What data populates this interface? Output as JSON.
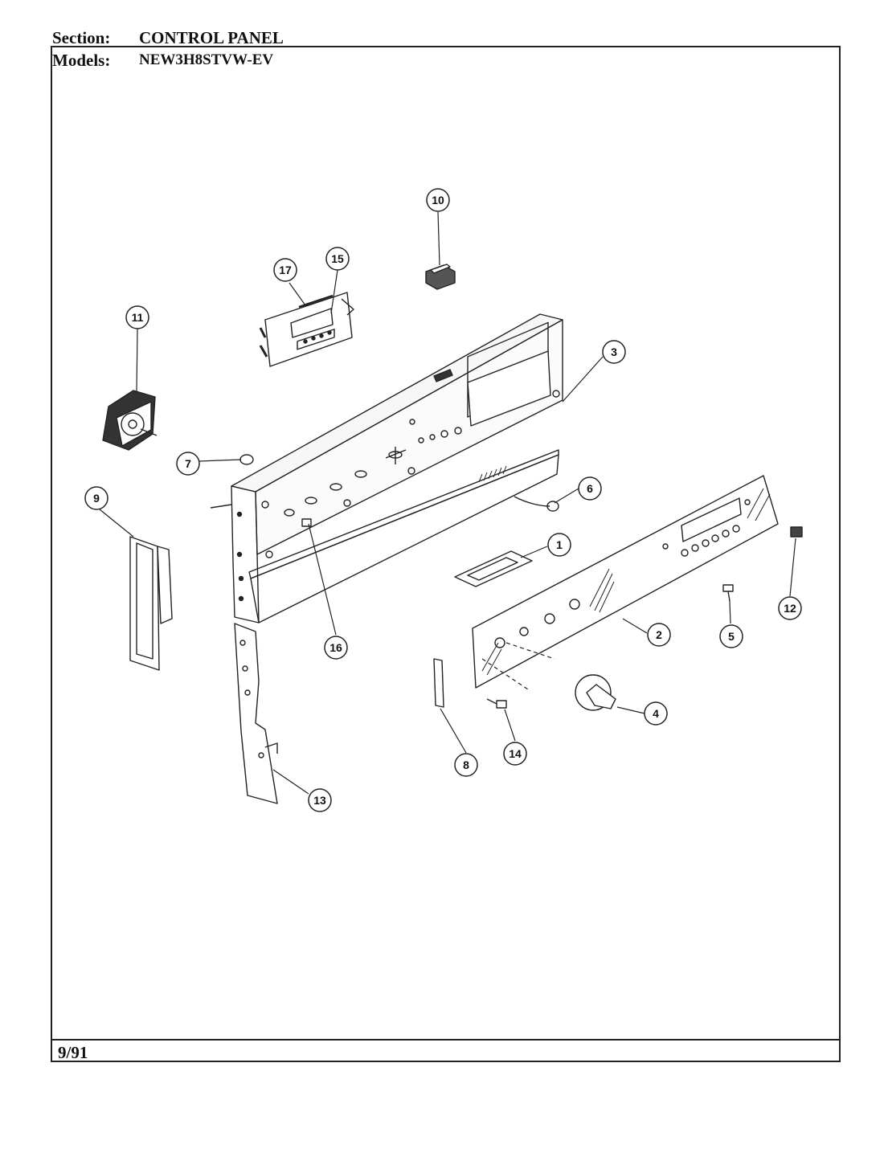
{
  "header": {
    "section_label": "Section:",
    "section_value": "CONTROL PANEL",
    "models_label": "Models:",
    "models_value": "NEW3H8STVW-EV"
  },
  "footer": {
    "date": "9/91"
  },
  "callouts": {
    "c1": "1",
    "c2": "2",
    "c3": "3",
    "c4": "4",
    "c5": "5",
    "c6": "6",
    "c7": "7",
    "c8": "8",
    "c9": "9",
    "c10": "10",
    "c11": "11",
    "c12": "12",
    "c13": "13",
    "c14": "14",
    "c15": "15",
    "c16": "16",
    "c17": "17"
  }
}
